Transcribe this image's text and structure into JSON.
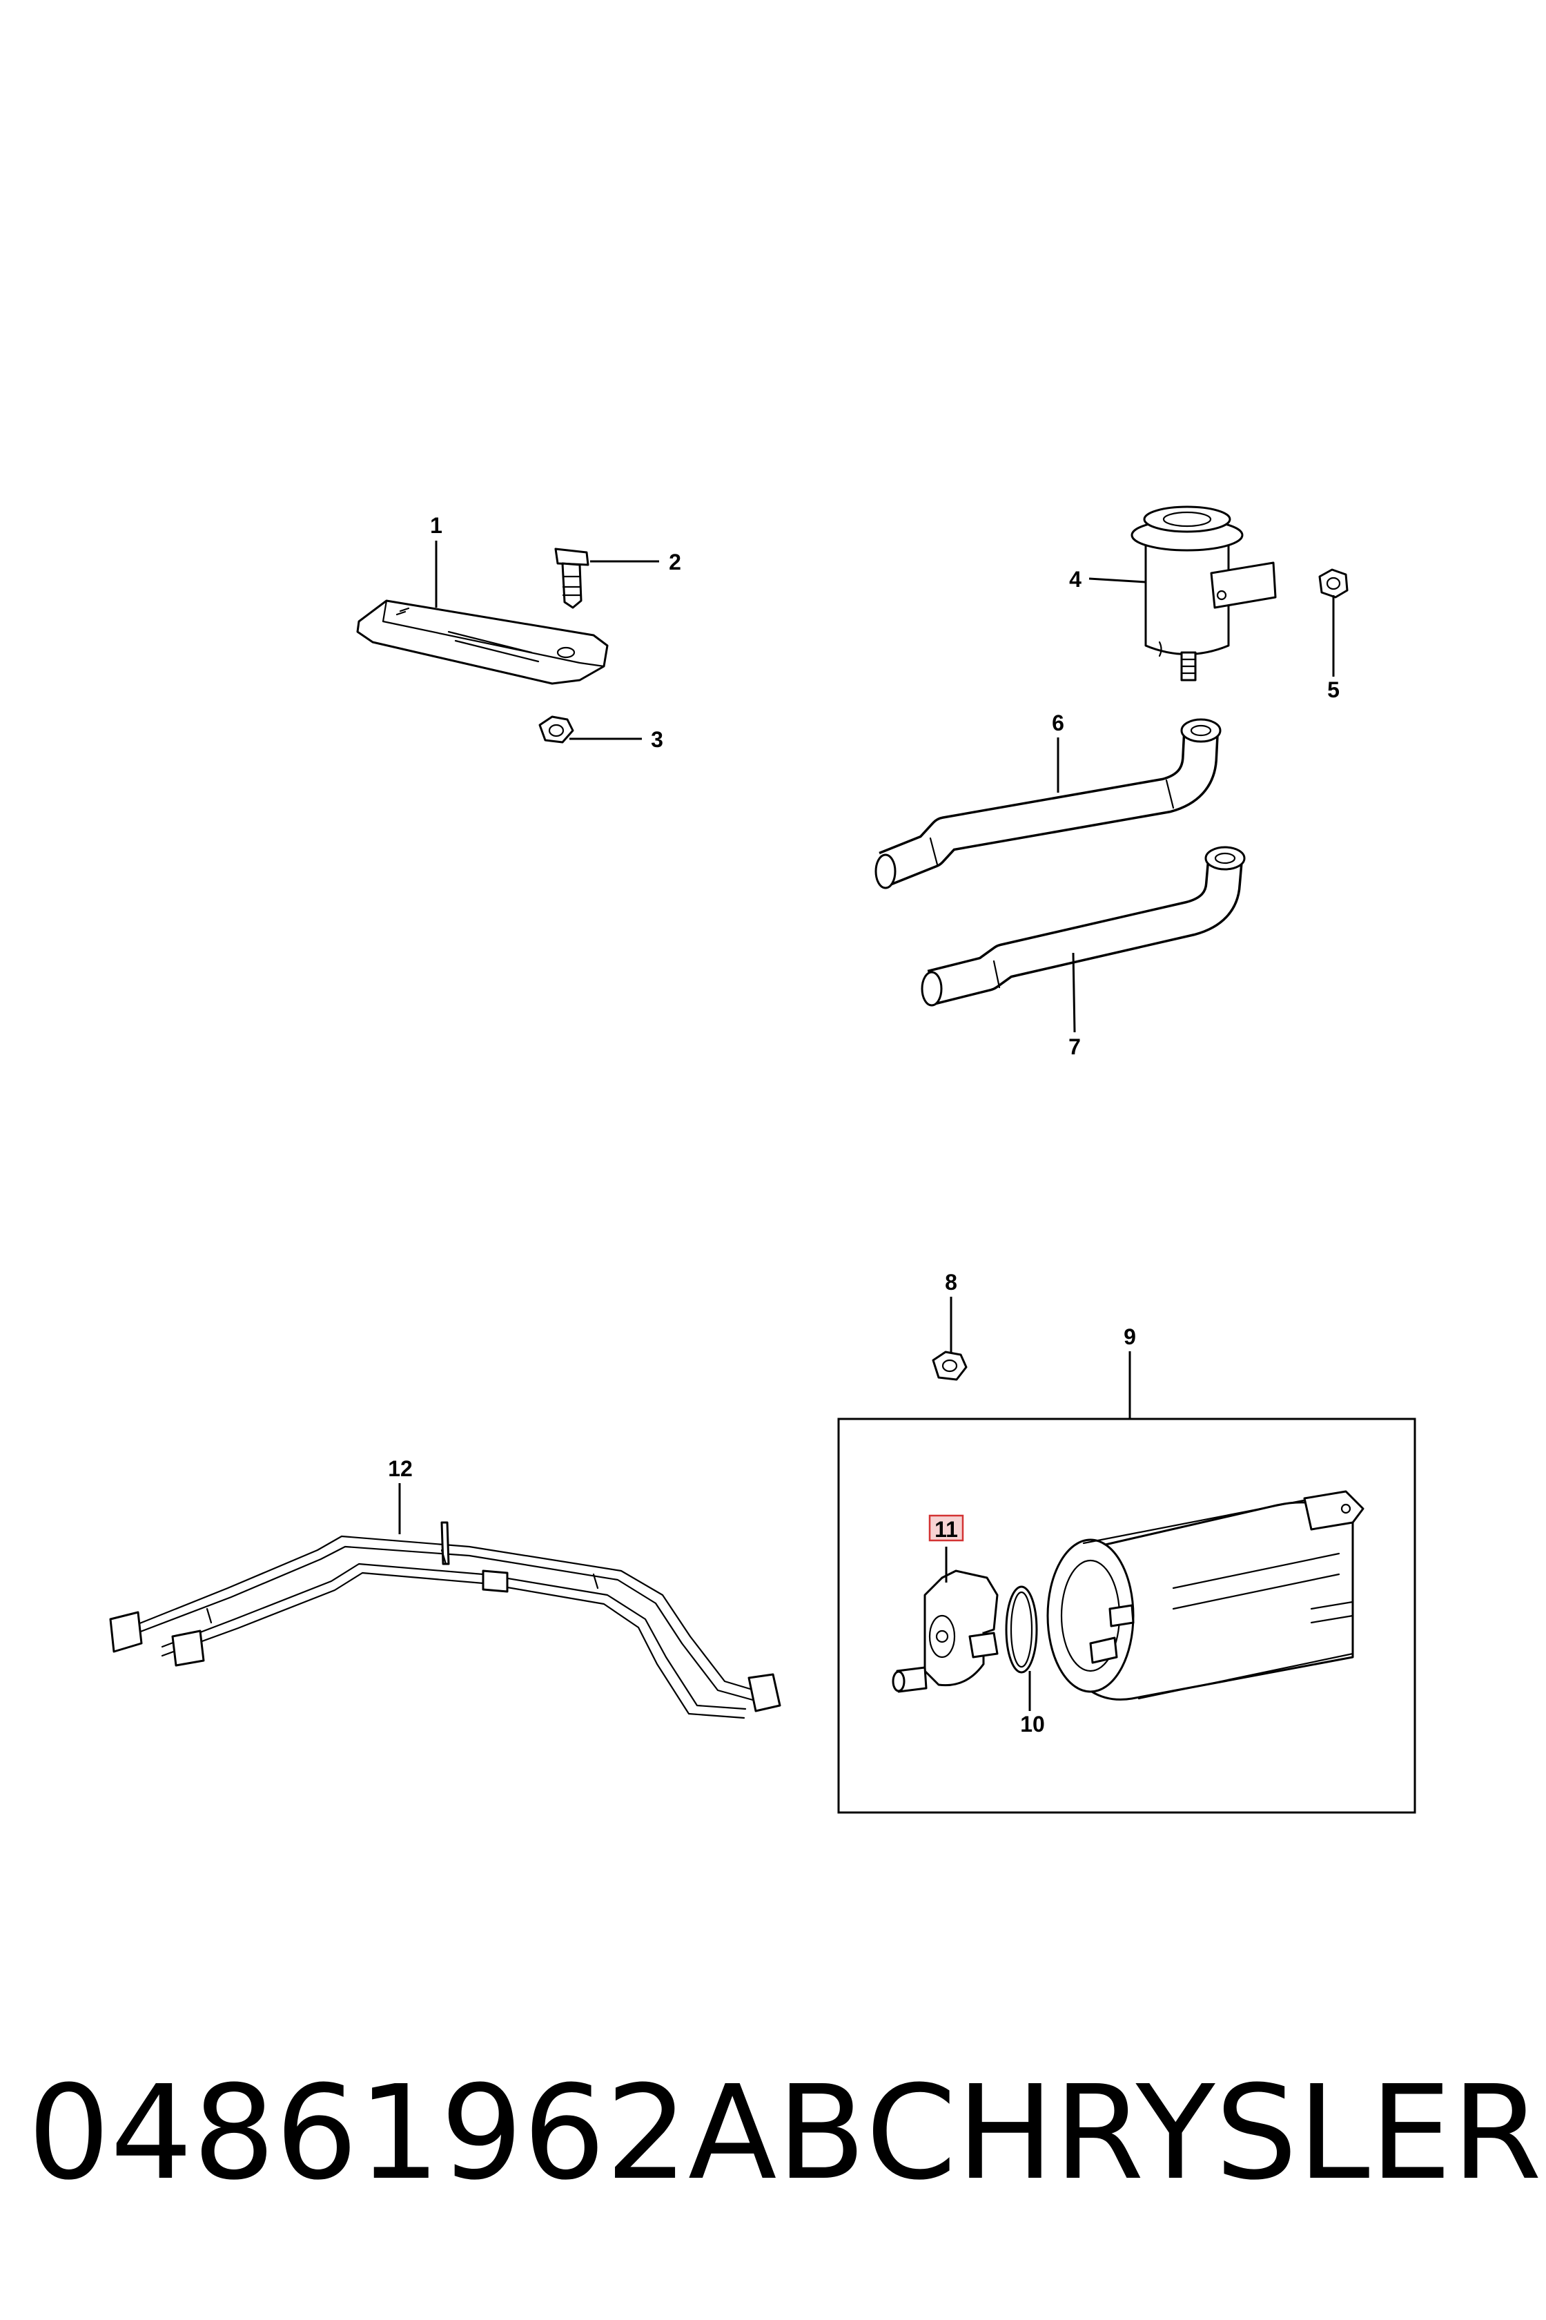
{
  "callouts": {
    "c1": "1",
    "c2": "2",
    "c3": "3",
    "c4": "4",
    "c5": "5",
    "c6": "6",
    "c7": "7",
    "c8": "8",
    "c9": "9",
    "c10": "10",
    "c11": "11",
    "c12": "12"
  },
  "highlighted_callout": "11",
  "highlight_color": "#d33333",
  "caption": {
    "part_number": "04861962AB",
    "brand": "CHRYSLER"
  }
}
